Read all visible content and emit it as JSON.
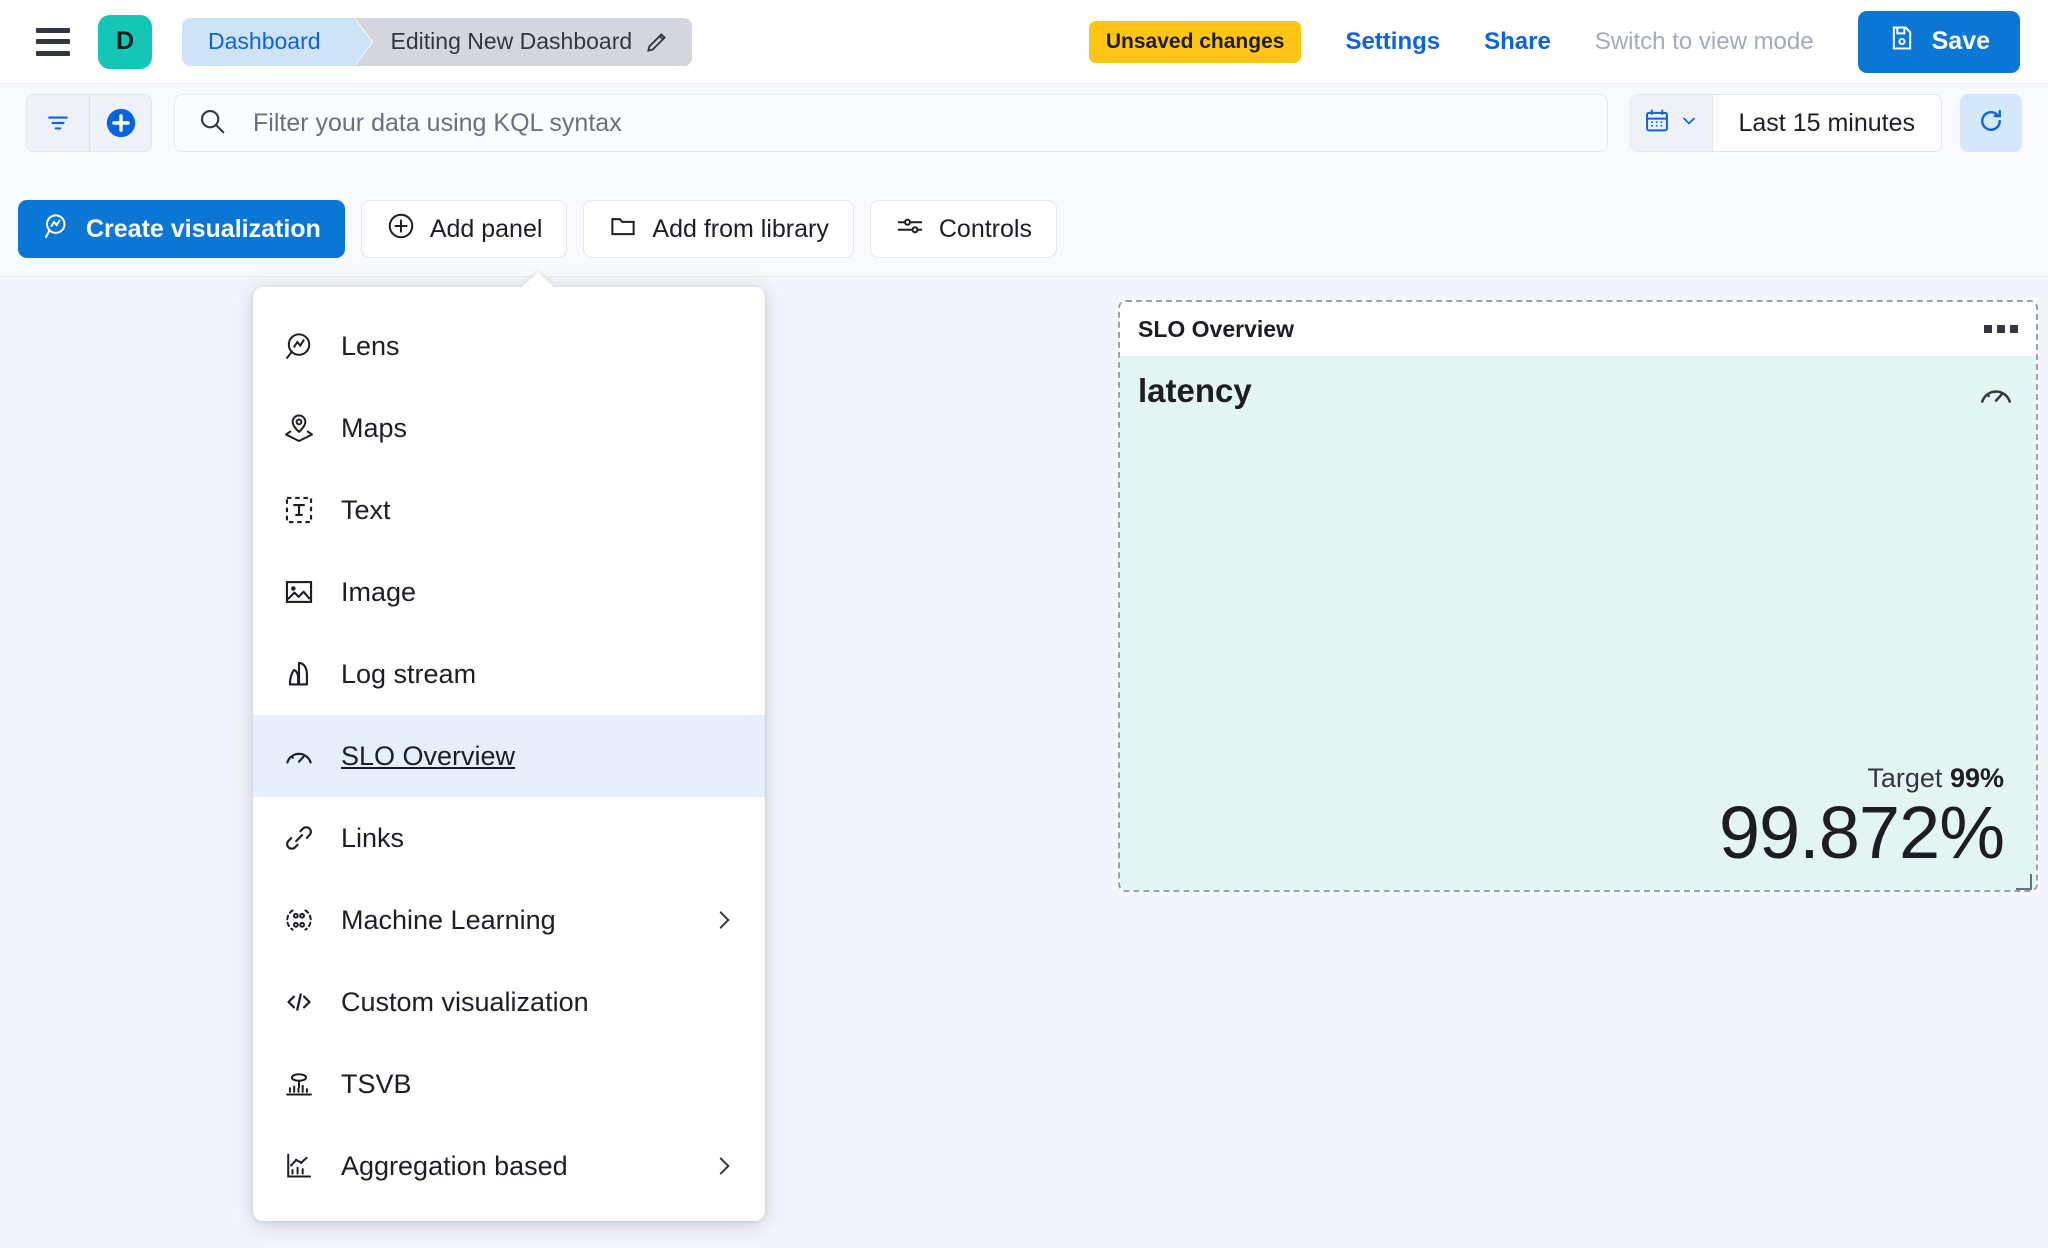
{
  "header": {
    "menu_icon": "hamburger-icon",
    "space_initial": "D",
    "breadcrumb_root": "Dashboard",
    "breadcrumb_current": "Editing New Dashboard",
    "edit_icon": "pencil-icon",
    "unsaved_badge": "Unsaved changes",
    "settings_label": "Settings",
    "share_label": "Share",
    "view_mode_label": "Switch to view mode",
    "save_label": "Save",
    "save_icon": "save-disk-icon",
    "accent_blue": "#0b77d4",
    "badge_yellow": "#fec514",
    "space_teal": "#15c5b5"
  },
  "querybar": {
    "filter_icon": "filter-icon",
    "add_filter_icon": "plus-circle-icon",
    "search_icon": "search-icon",
    "search_placeholder": "Filter your data using KQL syntax",
    "search_value": "",
    "calendar_icon": "calendar-icon",
    "chevron_icon": "chevron-down-icon",
    "date_range": "Last 15 minutes",
    "refresh_icon": "refresh-icon"
  },
  "toolbar": {
    "create_visualization": "Create visualization",
    "create_visualization_icon": "lens-icon",
    "add_panel": "Add panel",
    "add_panel_icon": "plus-circle-icon",
    "add_from_library": "Add from library",
    "add_from_library_icon": "folder-icon",
    "controls": "Controls",
    "controls_icon": "controls-sliders-icon"
  },
  "add_panel_menu": {
    "items": [
      {
        "label": "Lens",
        "icon": "lens-icon",
        "selected": false,
        "submenu": false
      },
      {
        "label": "Maps",
        "icon": "maps-pin-icon",
        "selected": false,
        "submenu": false
      },
      {
        "label": "Text",
        "icon": "text-box-icon",
        "selected": false,
        "submenu": false
      },
      {
        "label": "Image",
        "icon": "image-icon",
        "selected": false,
        "submenu": false
      },
      {
        "label": "Log stream",
        "icon": "log-stream-icon",
        "selected": false,
        "submenu": false
      },
      {
        "label": "SLO Overview",
        "icon": "gauge-icon",
        "selected": true,
        "submenu": false
      },
      {
        "label": "Links",
        "icon": "link-icon",
        "selected": false,
        "submenu": false
      },
      {
        "label": "Machine Learning",
        "icon": "machine-learning-icon",
        "selected": false,
        "submenu": true
      },
      {
        "label": "Custom visualization",
        "icon": "code-icon",
        "selected": false,
        "submenu": false
      },
      {
        "label": "TSVB",
        "icon": "tsvb-chart-icon",
        "selected": false,
        "submenu": false
      },
      {
        "label": "Aggregation based",
        "icon": "aggregation-chart-icon",
        "selected": false,
        "submenu": true
      }
    ]
  },
  "slo_panel": {
    "panel_title": "SLO Overview",
    "context_menu_icon": "ellipsis-icon",
    "slo_name": "latency",
    "gauge_icon": "gauge-icon",
    "target_label": "Target",
    "target_value": "99%",
    "current_value": "99.872%",
    "background_color": "#e3f5f2",
    "resize_handle_icon": "resize-handle-icon"
  }
}
